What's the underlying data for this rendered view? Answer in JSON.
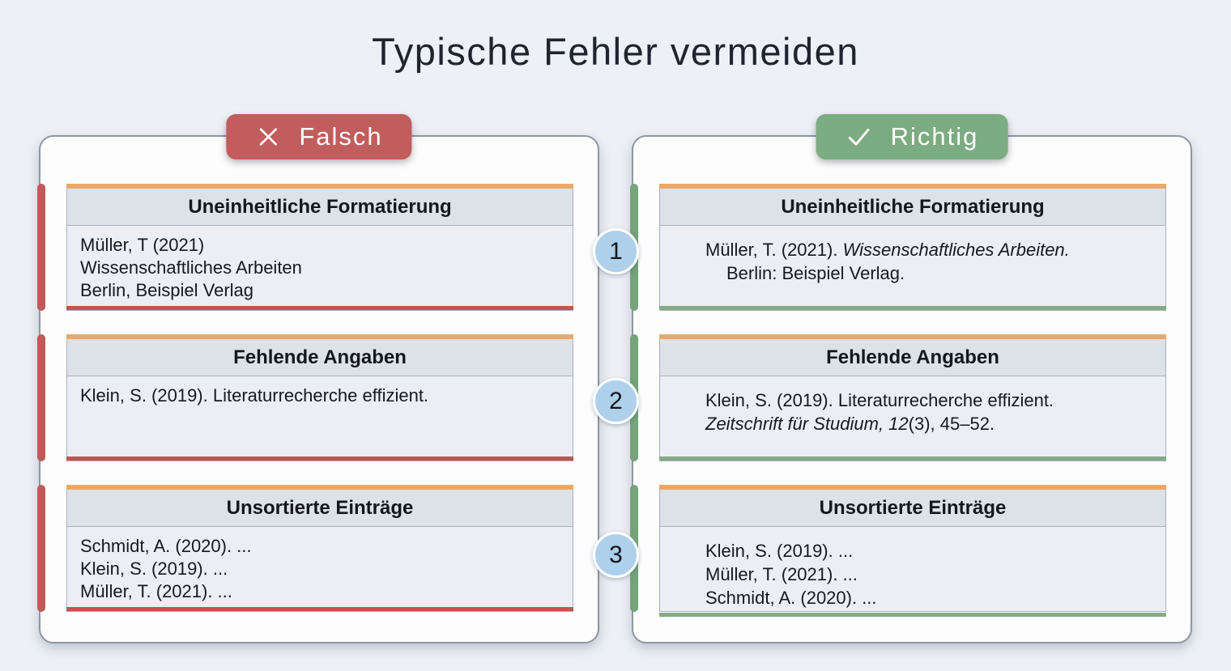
{
  "page": {
    "title": "Typische Fehler vermeiden"
  },
  "badges": {
    "wrong": {
      "label": "Falsch",
      "icon": "x-icon",
      "color": "#c15d5c"
    },
    "correct": {
      "label": "Richtig",
      "icon": "check-icon",
      "color": "#7cac81"
    }
  },
  "steps": [
    {
      "number": "1"
    },
    {
      "number": "2"
    },
    {
      "number": "3"
    }
  ],
  "colors": {
    "background": "#edf0f6",
    "card_top_accent": "#e9a86a",
    "wrong_accent": "#c5534f",
    "correct_accent": "#83ab86",
    "step_circle": "#aed0ea",
    "card_header_bg": "#dde1e8",
    "card_body_bg": "#eceef3"
  },
  "wrong_panel": {
    "cards": [
      {
        "title": "Uneinheitliche Formatierung",
        "lines": [
          [
            {
              "t": "Müller, T (2021)"
            }
          ],
          [
            {
              "t": "Wissenschaftliches Arbeiten"
            }
          ],
          [
            {
              "t": "Berlin, Beispiel Verlag"
            }
          ]
        ]
      },
      {
        "title": "Fehlende Angaben",
        "lines": [
          [
            {
              "t": "Klein, S. (2019). Literaturrecherche effizient."
            }
          ]
        ]
      },
      {
        "title": "Unsortierte Einträge",
        "lines": [
          [
            {
              "t": "Schmidt, A. (2020). ..."
            }
          ],
          [
            {
              "t": "Klein, S. (2019). ..."
            }
          ],
          [
            {
              "t": "Müller, T. (2021). ..."
            }
          ]
        ]
      }
    ]
  },
  "correct_panel": {
    "cards": [
      {
        "title": "Uneinheitliche Formatierung",
        "lines": [
          [
            {
              "t": "Müller, T. (2021). "
            },
            {
              "t": "Wissenschaftliches Arbeiten.",
              "i": true
            }
          ],
          [
            {
              "t": "Berlin: Beispiel Verlag."
            }
          ]
        ]
      },
      {
        "title": "Fehlende Angaben",
        "lines": [
          [
            {
              "t": "Klein, S. (2019). Literaturrecherche effizient."
            }
          ],
          [
            {
              "t": "Zeitschrift für Studium, 12",
              "i": true
            },
            {
              "t": "(3), 45–52."
            }
          ]
        ]
      },
      {
        "title": "Unsortierte Einträge",
        "lines": [
          [
            {
              "t": "Klein, S. (2019). ..."
            }
          ],
          [
            {
              "t": "Müller, T. (2021). ..."
            }
          ],
          [
            {
              "t": "Schmidt, A. (2020). ..."
            }
          ]
        ]
      }
    ]
  }
}
